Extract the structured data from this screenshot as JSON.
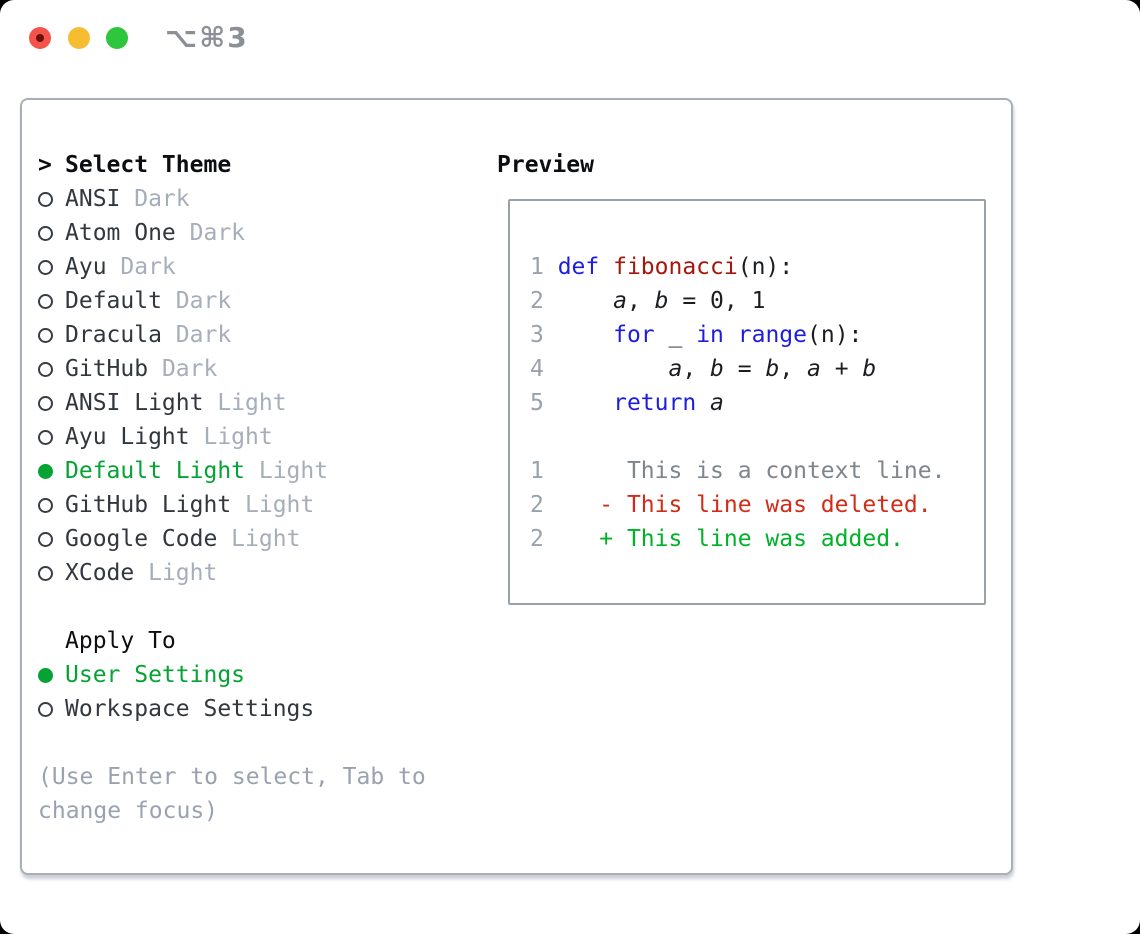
{
  "titlebar": {
    "shortcut": "⌥⌘3"
  },
  "colors": {
    "accent_green": "#05a334",
    "keyword_blue": "#1d1de0",
    "function_red": "#a3170c",
    "deleted_red": "#d22b17",
    "added_green": "#00b228",
    "line_number_gray": "#99a1ad",
    "context_gray": "#7e858d",
    "muted_gray": "#a6aeba",
    "traffic_red": "#f4544c",
    "traffic_yellow": "#f7bd31",
    "traffic_green": "#2dc63d"
  },
  "sidebar": {
    "prompt": ">",
    "title": "Select Theme",
    "themes": [
      {
        "name": "ANSI",
        "variant": "Dark",
        "selected": false
      },
      {
        "name": "Atom One",
        "variant": "Dark",
        "selected": false
      },
      {
        "name": "Ayu",
        "variant": "Dark",
        "selected": false
      },
      {
        "name": "Default",
        "variant": "Dark",
        "selected": false
      },
      {
        "name": "Dracula",
        "variant": "Dark",
        "selected": false
      },
      {
        "name": "GitHub",
        "variant": "Dark",
        "selected": false
      },
      {
        "name": "ANSI Light",
        "variant": "Light",
        "selected": false
      },
      {
        "name": "Ayu Light",
        "variant": "Light",
        "selected": false
      },
      {
        "name": "Default Light",
        "variant": "Light",
        "selected": true
      },
      {
        "name": "GitHub Light",
        "variant": "Light",
        "selected": false
      },
      {
        "name": "Google Code",
        "variant": "Light",
        "selected": false
      },
      {
        "name": "XCode",
        "variant": "Light",
        "selected": false
      }
    ],
    "apply_to": {
      "title": "Apply To",
      "options": [
        {
          "label": "User Settings",
          "selected": true
        },
        {
          "label": "Workspace Settings",
          "selected": false
        }
      ]
    },
    "hint_lines": [
      "(Use Enter to select, Tab to",
      "change focus)"
    ]
  },
  "preview": {
    "title": "Preview",
    "code_lines": [
      {
        "segments": [
          {
            "t": "1 ",
            "c": "num"
          },
          {
            "t": "def ",
            "c": "kw"
          },
          {
            "t": "fibonacci",
            "c": "fn"
          },
          {
            "t": "(n):",
            "c": "plain"
          }
        ]
      },
      {
        "segments": [
          {
            "t": "2 ",
            "c": "num"
          },
          {
            "t": "    ",
            "c": "plain"
          },
          {
            "t": "a",
            "c": "var"
          },
          {
            "t": ", ",
            "c": "plain"
          },
          {
            "t": "b",
            "c": "var"
          },
          {
            "t": " = 0, 1",
            "c": "plain"
          }
        ]
      },
      {
        "segments": [
          {
            "t": "3 ",
            "c": "num"
          },
          {
            "t": "    ",
            "c": "plain"
          },
          {
            "t": "for",
            "c": "kw"
          },
          {
            "t": " _ ",
            "c": "plain"
          },
          {
            "t": "in",
            "c": "kw"
          },
          {
            "t": " ",
            "c": "plain"
          },
          {
            "t": "range",
            "c": "kw"
          },
          {
            "t": "(n):",
            "c": "plain"
          }
        ]
      },
      {
        "segments": [
          {
            "t": "4 ",
            "c": "num"
          },
          {
            "t": "        ",
            "c": "plain"
          },
          {
            "t": "a",
            "c": "var"
          },
          {
            "t": ", ",
            "c": "plain"
          },
          {
            "t": "b",
            "c": "var"
          },
          {
            "t": " = ",
            "c": "plain"
          },
          {
            "t": "b",
            "c": "var"
          },
          {
            "t": ", ",
            "c": "plain"
          },
          {
            "t": "a",
            "c": "var"
          },
          {
            "t": " + ",
            "c": "plain"
          },
          {
            "t": "b",
            "c": "var"
          }
        ]
      },
      {
        "segments": [
          {
            "t": "5 ",
            "c": "num"
          },
          {
            "t": "    ",
            "c": "plain"
          },
          {
            "t": "return",
            "c": "kw"
          },
          {
            "t": " ",
            "c": "plain"
          },
          {
            "t": "a",
            "c": "var"
          }
        ]
      },
      {
        "segments": []
      },
      {
        "segments": [
          {
            "t": "1",
            "c": "num"
          },
          {
            "t": "      This is a context line.",
            "c": "ctx"
          }
        ]
      },
      {
        "segments": [
          {
            "t": "2",
            "c": "num"
          },
          {
            "t": "    ",
            "c": "plain"
          },
          {
            "t": "- This line was deleted.",
            "c": "del"
          }
        ]
      },
      {
        "segments": [
          {
            "t": "2",
            "c": "num"
          },
          {
            "t": "    ",
            "c": "plain"
          },
          {
            "t": "+ This line was added.",
            "c": "add"
          }
        ]
      }
    ]
  }
}
